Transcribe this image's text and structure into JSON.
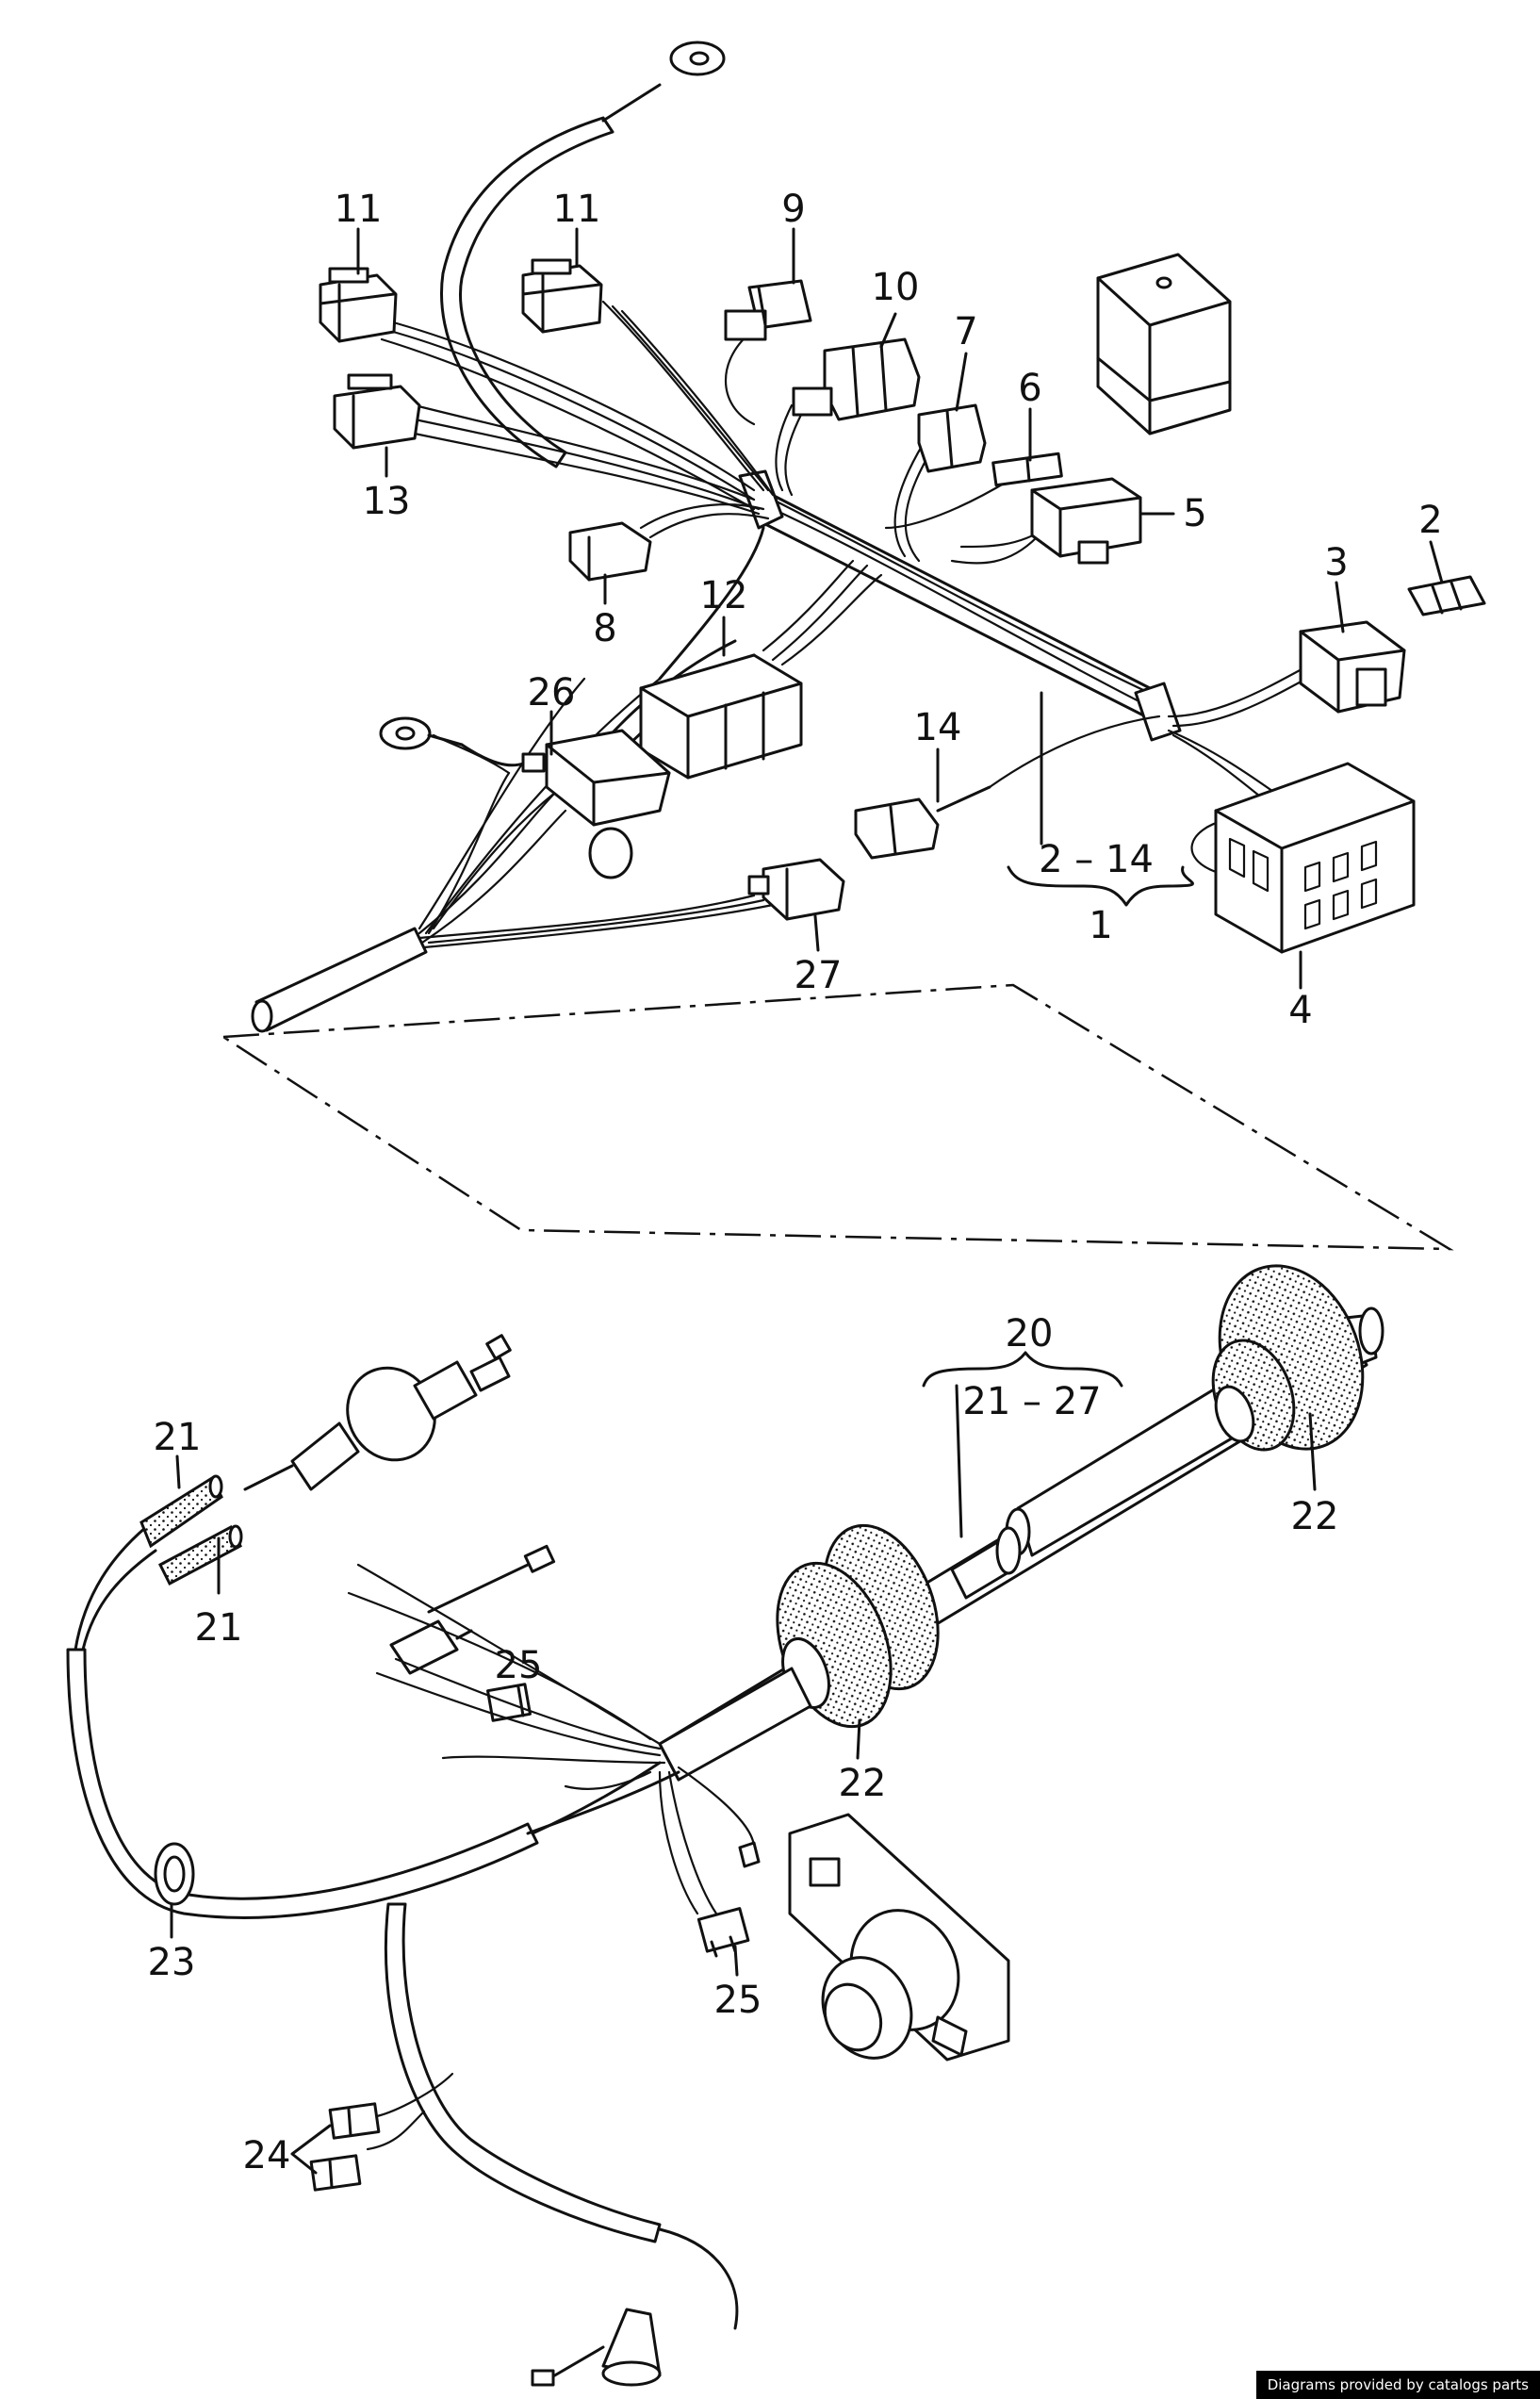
{
  "credit": "Diagrams provided by catalogs parts",
  "callouts": [
    {
      "id": "c11a",
      "text": "11"
    },
    {
      "id": "c11b",
      "text": "11"
    },
    {
      "id": "c9",
      "text": "9"
    },
    {
      "id": "c10",
      "text": "10"
    },
    {
      "id": "c7",
      "text": "7"
    },
    {
      "id": "c6",
      "text": "6"
    },
    {
      "id": "c5",
      "text": "5"
    },
    {
      "id": "c2",
      "text": "2"
    },
    {
      "id": "c3",
      "text": "3"
    },
    {
      "id": "c13",
      "text": "13"
    },
    {
      "id": "c8",
      "text": "8"
    },
    {
      "id": "c12",
      "text": "12"
    },
    {
      "id": "c26",
      "text": "26"
    },
    {
      "id": "c14",
      "text": "14"
    },
    {
      "id": "c2_14",
      "text": "2 – 14"
    },
    {
      "id": "c1",
      "text": "1"
    },
    {
      "id": "c4",
      "text": "4"
    },
    {
      "id": "c27",
      "text": "27"
    },
    {
      "id": "c20",
      "text": "20"
    },
    {
      "id": "c21_27",
      "text": "21 – 27"
    },
    {
      "id": "c21a",
      "text": "21"
    },
    {
      "id": "c21b",
      "text": "21"
    },
    {
      "id": "c22a",
      "text": "22"
    },
    {
      "id": "c22b",
      "text": "22"
    },
    {
      "id": "c25a",
      "text": "25"
    },
    {
      "id": "c25b",
      "text": "25"
    },
    {
      "id": "c23",
      "text": "23"
    },
    {
      "id": "c24",
      "text": "24"
    }
  ]
}
